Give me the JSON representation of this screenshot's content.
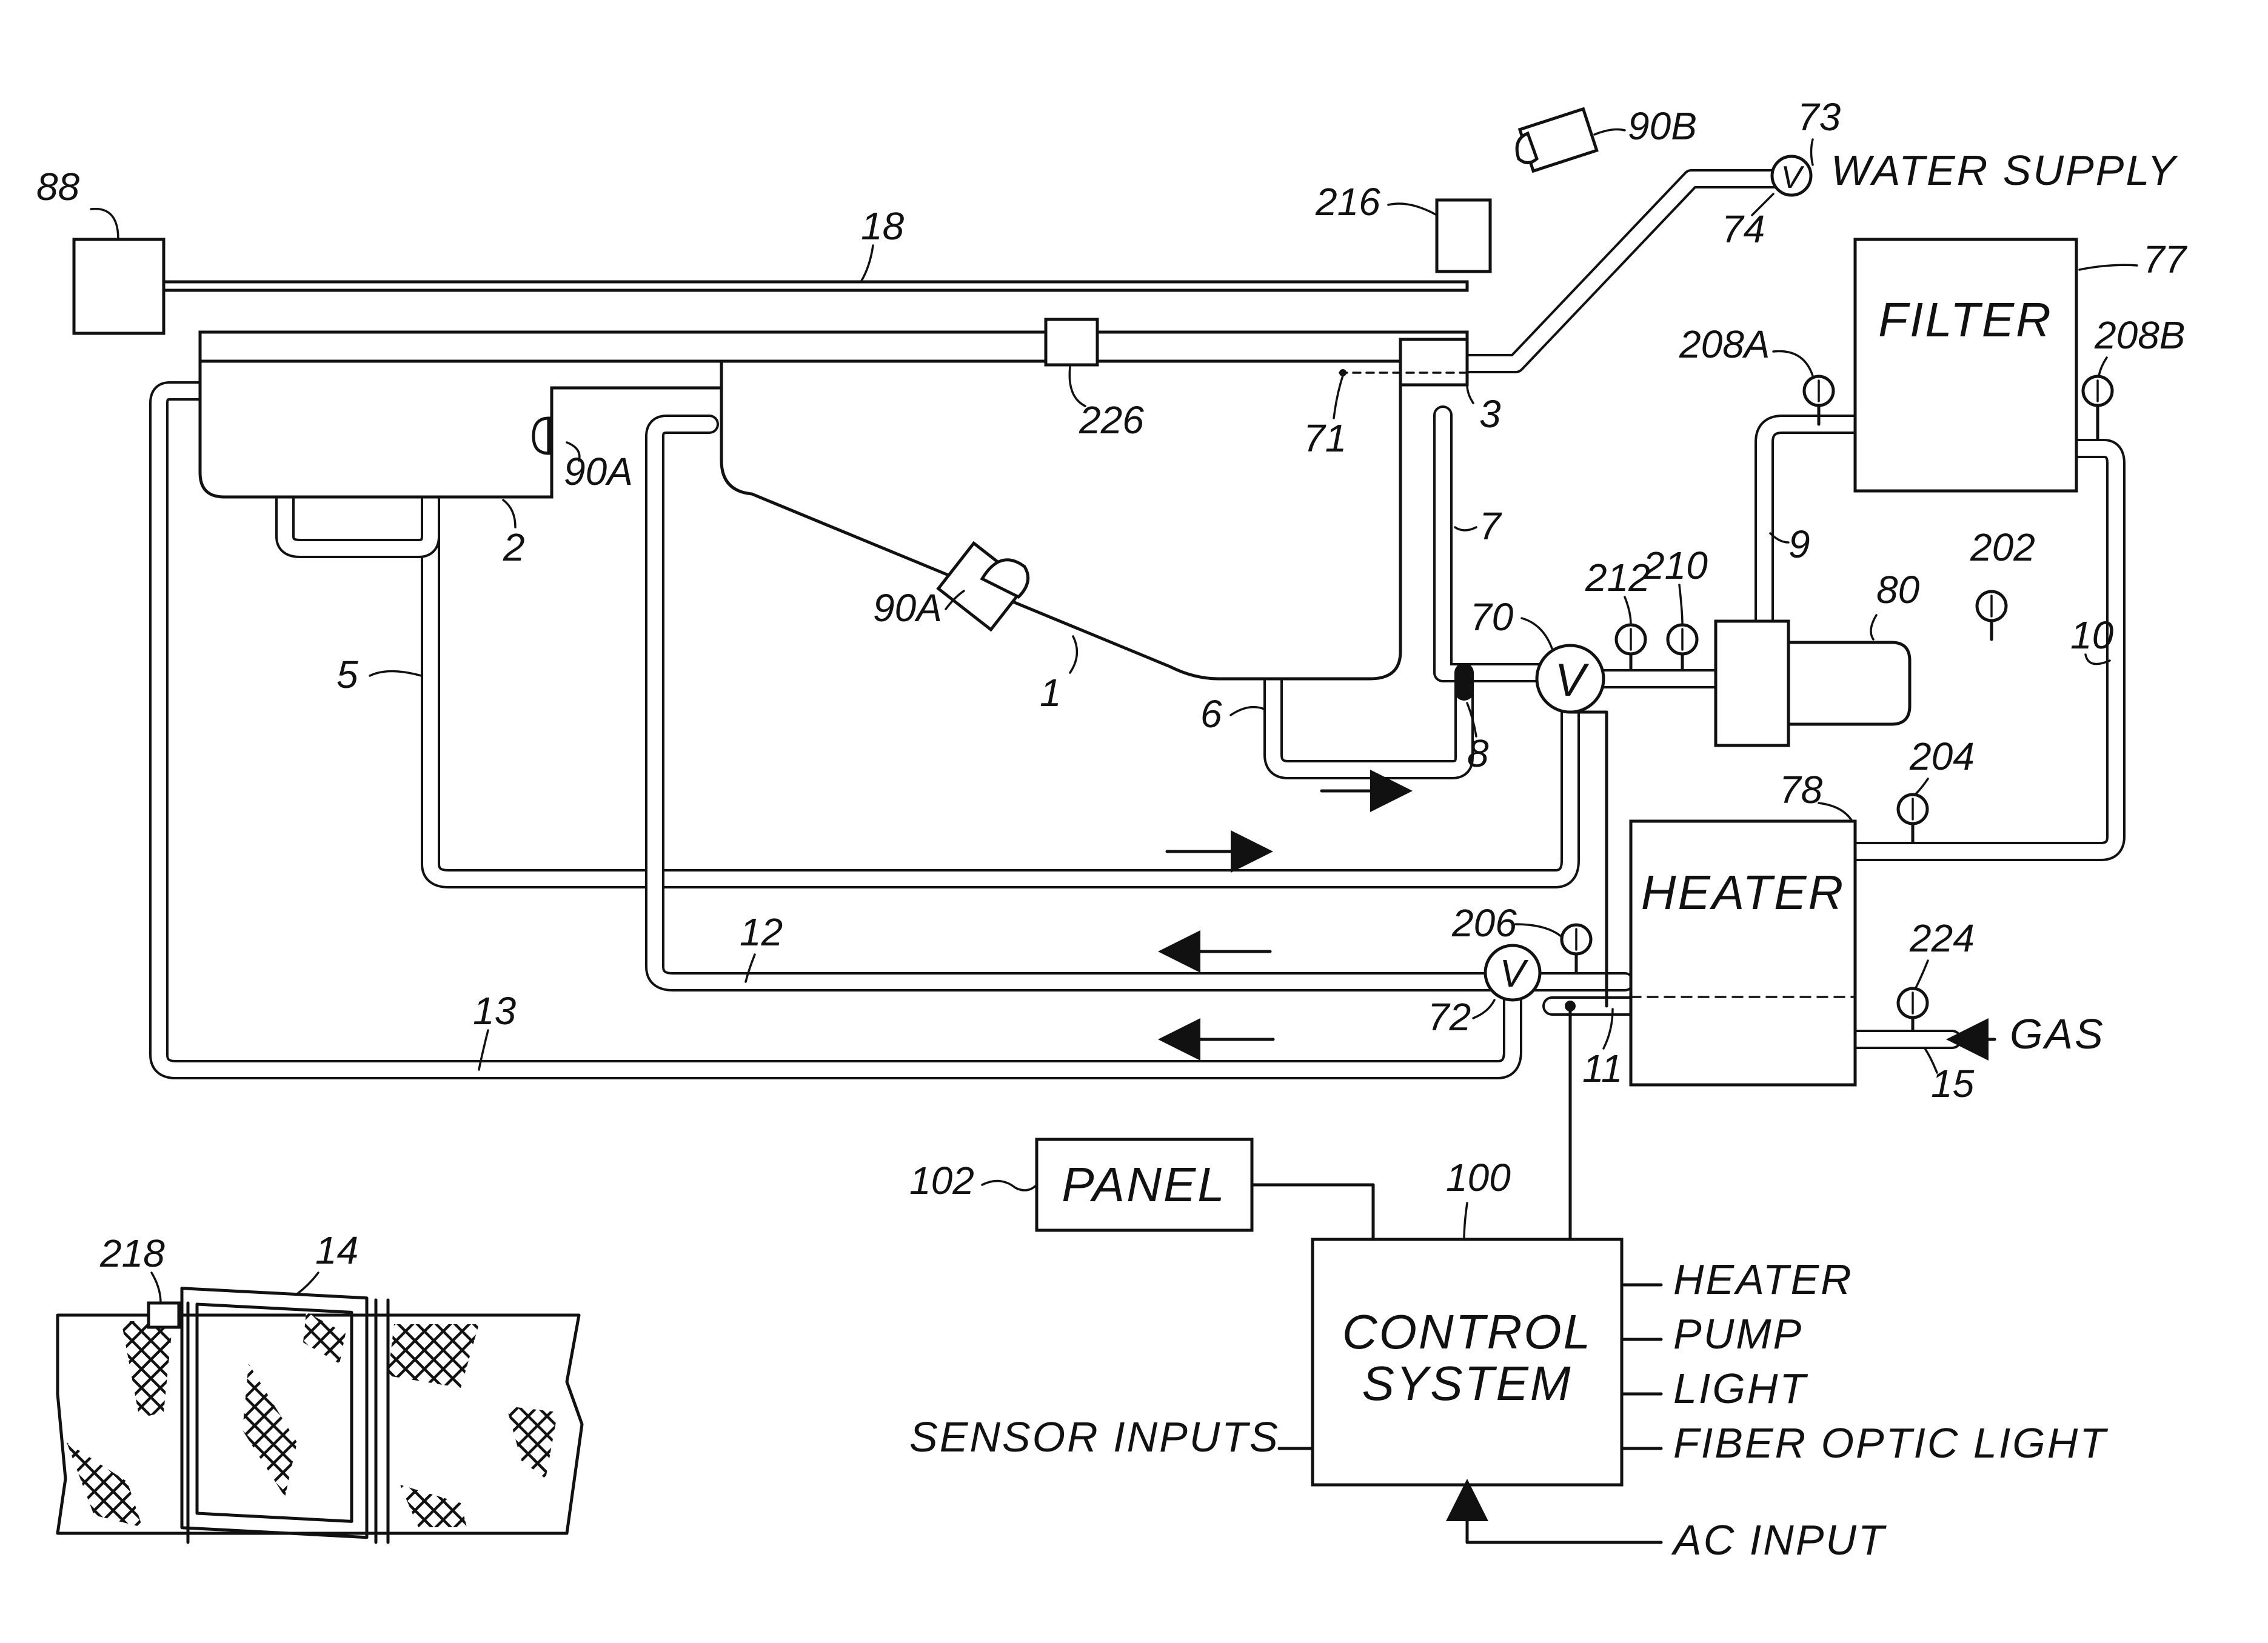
{
  "boxes": {
    "filter": "FILTER",
    "heater": "HEATER",
    "panel": "PANEL",
    "control_line1": "CONTROL",
    "control_line2": "SYSTEM",
    "valve": "V"
  },
  "external_labels": {
    "water_supply": "WATER SUPPLY",
    "gas": "GAS",
    "sensor_inputs": "SENSOR INPUTS",
    "ac_input": "AC INPUT"
  },
  "control_outputs": [
    "HEATER",
    "PUMP",
    "LIGHT",
    "FIBER OPTIC LIGHT"
  ],
  "refs": {
    "r88": "88",
    "r18": "18",
    "r216": "216",
    "r90b": "90B",
    "r73": "73",
    "r74": "74",
    "r77": "77",
    "r208a": "208A",
    "r208b": "208B",
    "r226": "226",
    "r71": "71",
    "r3": "3",
    "r90a_1": "90A",
    "r90a_2": "90A",
    "r2": "2",
    "r1": "1",
    "r5": "5",
    "r6": "6",
    "r7": "7",
    "r8": "8",
    "r70": "70",
    "r212": "212",
    "r210": "210",
    "r9": "9",
    "r80": "80",
    "r202": "202",
    "r10": "10",
    "r78": "78",
    "r204": "204",
    "r206": "206",
    "r12": "12",
    "r13": "13",
    "r72": "72",
    "r11": "11",
    "r224": "224",
    "r15": "15",
    "r102": "102",
    "r100": "100",
    "r218": "218",
    "r14": "14"
  },
  "colors": {
    "ink": "#111111",
    "paper": "#ffffff"
  }
}
